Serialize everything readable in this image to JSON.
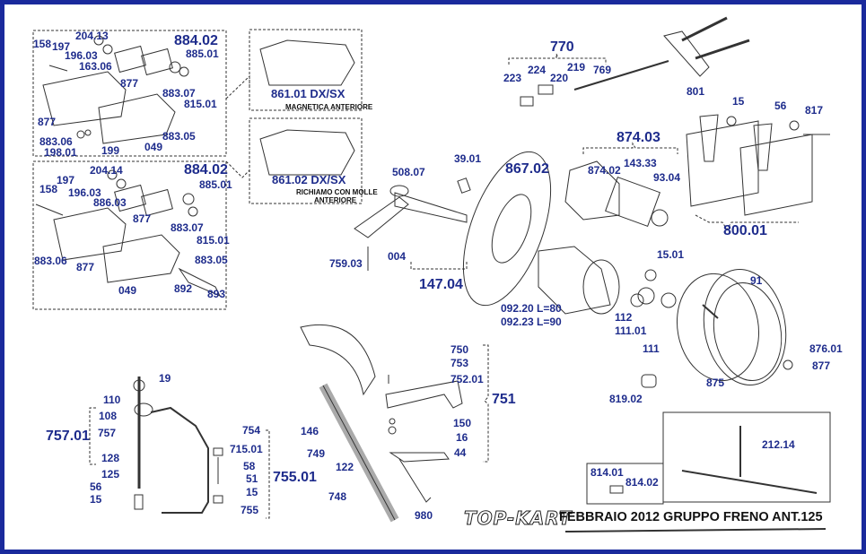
{
  "title": {
    "brand": "TOP-KART",
    "caption": "FEBBRAIO 2012  GRUPPO FRENO ANT.125"
  },
  "colors": {
    "frame_border": "#1a2a9c",
    "label": "#1e2c8c",
    "line_art": "#333333"
  },
  "caliper_boxes": {
    "magnetic": {
      "code": "861.01 DX/SX",
      "note": "MAGNETICA ANTERIORE"
    },
    "spring": {
      "code": "861.02 DX/SX",
      "note_line1": "RICHIAMO CON MOLLE",
      "note_line2": "ANTERIORE"
    }
  },
  "caliper_top": {
    "labels": [
      "158",
      "197",
      "204.13",
      "196.03",
      "163.06",
      "884.02",
      "885.01",
      "877",
      "883.07",
      "815.01",
      "877",
      "883.06",
      "198.01",
      "199",
      "049",
      "883.05"
    ]
  },
  "caliper_bottom": {
    "labels": [
      "204.14",
      "884.02",
      "158",
      "197",
      "196.03",
      "886.03",
      "885.01",
      "877",
      "883.07",
      "815.01",
      "883.06",
      "877",
      "883.05",
      "049",
      "892",
      "893"
    ]
  },
  "pump": {
    "labels": [
      "770",
      "224",
      "219",
      "223",
      "220",
      "769",
      "801"
    ]
  },
  "master_cylinder": {
    "labels": [
      "15",
      "56",
      "817",
      "800.01"
    ]
  },
  "spindle": {
    "labels": [
      "508.07",
      "39.01",
      "867.02",
      "759.03",
      "004",
      "147.04"
    ]
  },
  "hub_carrier": {
    "labels": [
      "874.03",
      "874.02",
      "143.33",
      "93.04"
    ]
  },
  "hub": {
    "labels": [
      "15.01",
      "092.20 L=80",
      "092.23 L=90",
      "112",
      "111.01",
      "111",
      "819.02"
    ]
  },
  "wheel": {
    "labels": [
      "91",
      "876.01",
      "877",
      "875"
    ]
  },
  "steering_rod": {
    "labels": [
      "19",
      "110",
      "108",
      "757",
      "757.01",
      "128",
      "125",
      "56",
      "15"
    ]
  },
  "brake_rod": {
    "labels": [
      "754",
      "715.01",
      "58",
      "51",
      "15",
      "755",
      "755.01"
    ]
  },
  "steering_column": {
    "labels": [
      "750",
      "753",
      "752.01",
      "751",
      "150",
      "16",
      "44",
      "146",
      "749",
      "122",
      "748",
      "980"
    ]
  },
  "fittings": {
    "labels": [
      "814.01",
      "814.02"
    ]
  },
  "brake_lines": {
    "labels": [
      "212.14"
    ]
  }
}
